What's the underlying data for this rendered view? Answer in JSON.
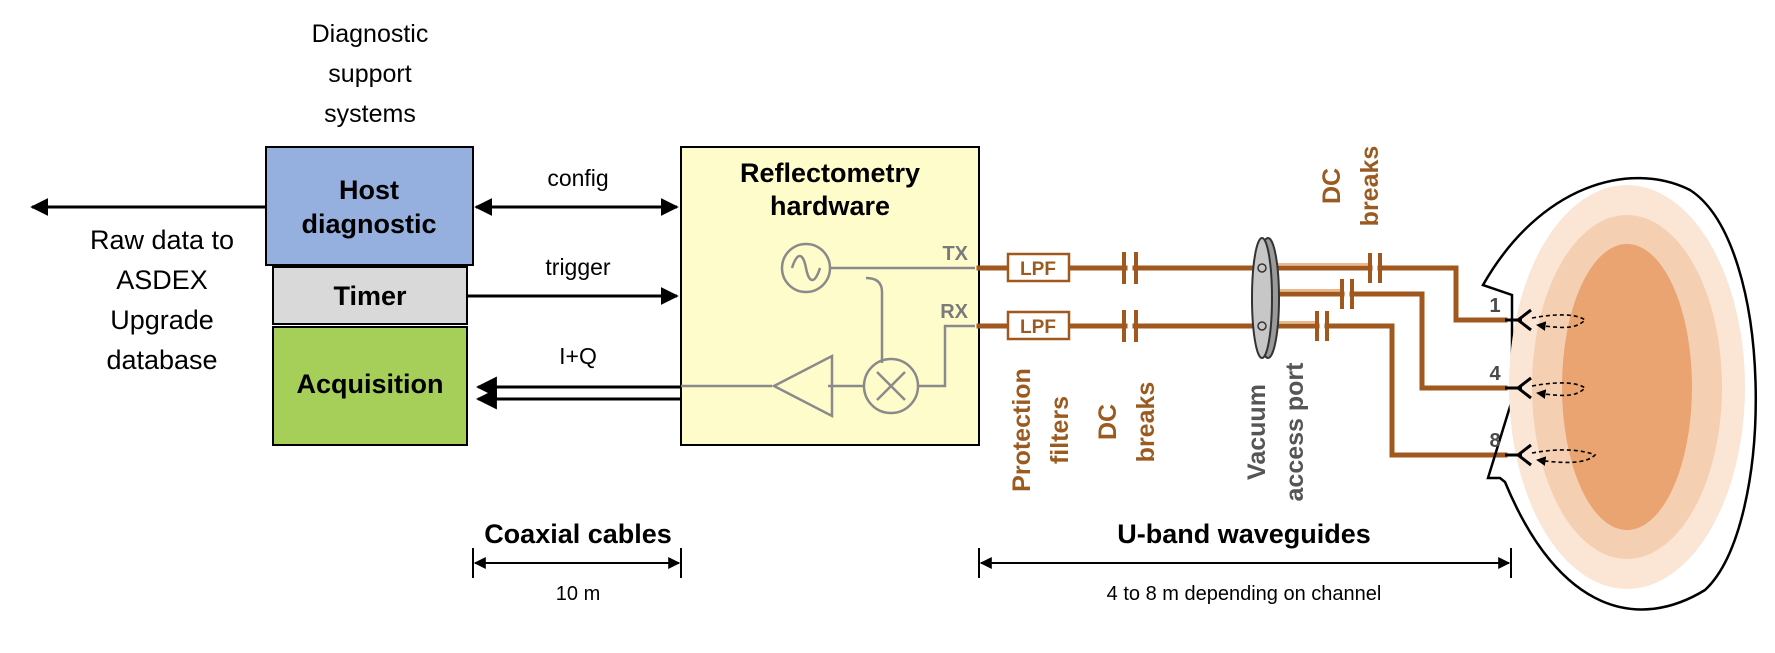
{
  "support_label": [
    "Diagnostic",
    "support",
    "systems"
  ],
  "raw_data_label": [
    "Raw data to",
    "ASDEX",
    "Upgrade",
    "database"
  ],
  "host": [
    "Host",
    "diagnostic"
  ],
  "timer": "Timer",
  "acquisition": "Acquisition",
  "signals": {
    "config": "config",
    "trigger": "trigger",
    "iq": "I+Q"
  },
  "reflectometry": [
    "Reflectometry",
    "hardware"
  ],
  "ports": {
    "tx": "TX",
    "rx": "RX"
  },
  "lpf": "LPF",
  "protection_filters": [
    "Protection",
    "filters"
  ],
  "dc_breaks": [
    "DC",
    "breaks"
  ],
  "vacuum_port": [
    "Vacuum",
    "access port"
  ],
  "channels": [
    "1",
    "4",
    "8"
  ],
  "coaxial": {
    "title": "Coaxial cables",
    "length": "10 m"
  },
  "waveguides": {
    "title": "U-band waveguides",
    "length": "4 to 8 m depending on channel"
  },
  "colors": {
    "host": "#95b0de",
    "timer": "#d9d9d9",
    "acquisition": "#a6cf5a",
    "reflectometry": "#fffccc",
    "waveguide": "#a0581f",
    "plasma": "#e8a87a"
  }
}
